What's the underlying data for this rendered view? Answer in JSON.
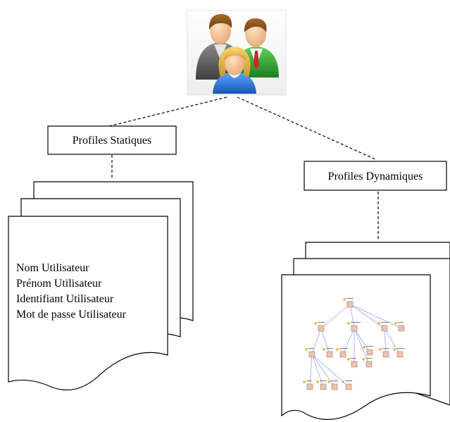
{
  "users_icon": {
    "icon": "users-group-icon"
  },
  "static_profiles": {
    "label": "Profiles Statiques",
    "fields": [
      "Nom Utilisateur",
      "Prénom Utilisateur",
      "Identifiant Utilisateur",
      "Mot de passe Utilisateur"
    ]
  },
  "dynamic_profiles": {
    "label": "Profiles Dynamiques",
    "tree_icon": "ontology-tree-icon"
  }
}
